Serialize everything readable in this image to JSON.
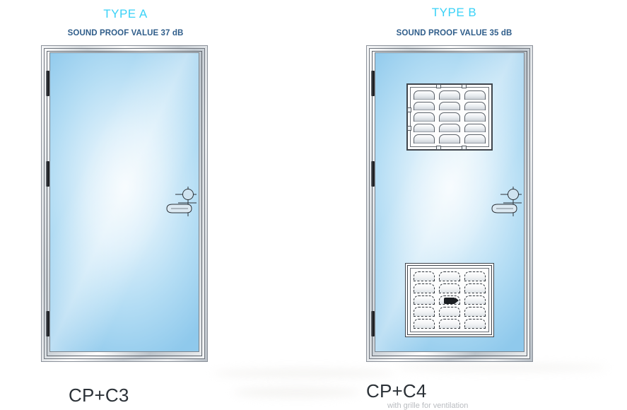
{
  "drawing": {
    "background_color": "#ffffff",
    "title_color": "#3ad2f7",
    "subtitle_color": "#2f5d8a",
    "caption_color": "#2b3137"
  },
  "doors": [
    {
      "title": "TYPE A",
      "spec": "SOUND PROOF VALUE 37 dB",
      "caption": "CP+C3",
      "caption_note": "",
      "louvers": []
    },
    {
      "title": "TYPE B",
      "spec": "SOUND PROOF VALUE 35 dB",
      "caption": "CP+C4",
      "caption_note": "with grille for ventilation",
      "louvers": [
        {
          "position": "upper",
          "columns": 3,
          "rows": 5,
          "style": "solid"
        },
        {
          "position": "lower",
          "columns": 3,
          "rows": 5,
          "style": "dashed"
        }
      ]
    }
  ],
  "components": {
    "hinge_label": "hinge",
    "handle_label": "lever-handle",
    "louver_label": "ventilation-louver"
  }
}
